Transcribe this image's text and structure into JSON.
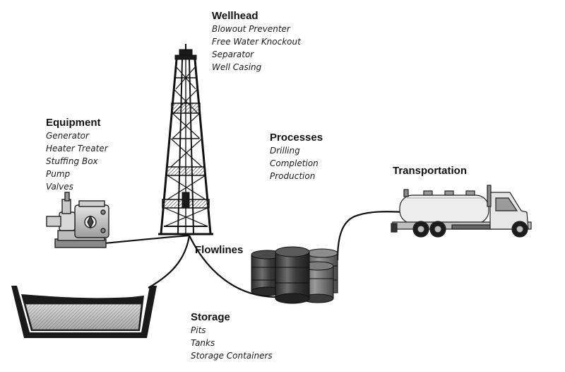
{
  "groups": {
    "wellhead": {
      "heading": "Wellhead",
      "items": [
        "Blowout Preventer",
        "Free Water Knockout",
        "Separator",
        "Well Casing"
      ]
    },
    "equipment": {
      "heading": "Equipment",
      "items": [
        "Generator",
        "Heater Treater",
        "Stuffing Box",
        "Pump",
        "Valves"
      ]
    },
    "processes": {
      "heading": "Processes",
      "items": [
        "Drilling",
        "Completion",
        "Production"
      ]
    },
    "transportation": {
      "heading": "Transportation"
    },
    "flowlines": {
      "heading": "Flowlines"
    },
    "storage": {
      "heading": "Storage",
      "items": [
        "Pits",
        "Tanks",
        "Storage Containers"
      ]
    }
  },
  "colors": {
    "line": "#111111",
    "metal_dark": "#2b2b2b",
    "metal_mid": "#7a7a7a",
    "metal_light": "#bdbdbd"
  },
  "icons": [
    "derrick-icon",
    "pump-icon",
    "barrels-icon",
    "tanker-truck-icon",
    "pit-icon"
  ]
}
